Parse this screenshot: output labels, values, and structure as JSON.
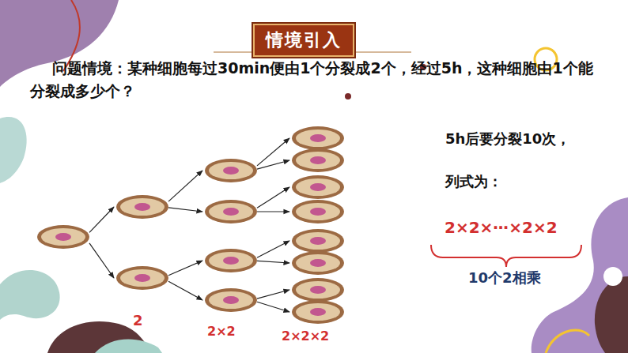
{
  "diagram": {
    "title": "情境引入",
    "labels": [
      "问题情境：某种细胞每过30min便由1个分裂成2个，经过5h，这种细胞由1个能分裂成多少个？",
      "5h后要分裂10次，",
      "列式为：",
      "2×2×⋯×2×2",
      "10个2相乘",
      "2",
      "2×2",
      "2×2×2"
    ]
  }
}
